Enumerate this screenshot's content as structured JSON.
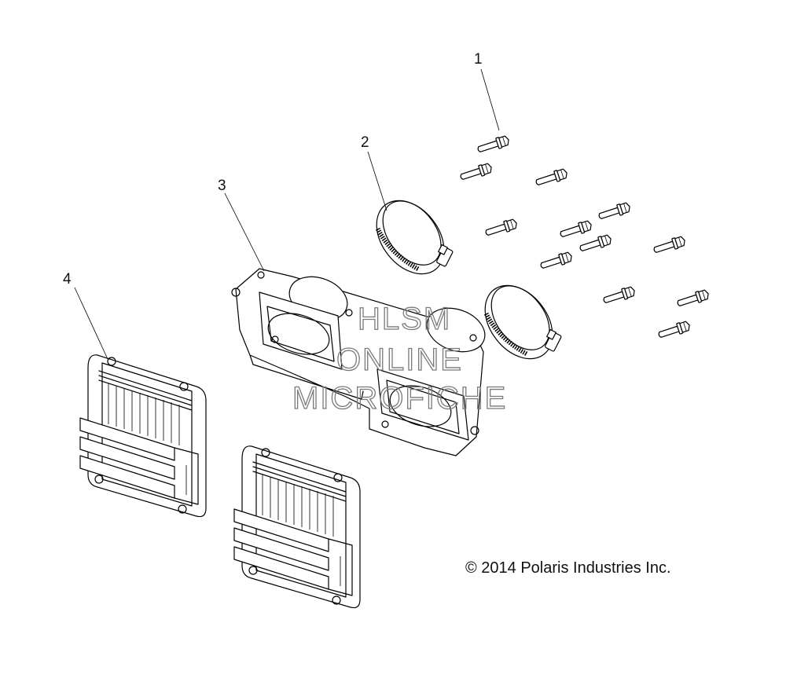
{
  "callouts": {
    "c1": "1",
    "c2": "2",
    "c3": "3",
    "c4": "4"
  },
  "watermark": {
    "line1": "HLSM",
    "line2": "ONLINE",
    "line3": "MICROFICHE"
  },
  "copyright": "© 2014 Polaris Industries Inc.",
  "parts": [
    "bolt",
    "clamp",
    "reed-cage-adapter",
    "reed-valve"
  ],
  "colors": {
    "line": "#000000",
    "watermark": "#7a7a7a",
    "background": "#ffffff"
  }
}
